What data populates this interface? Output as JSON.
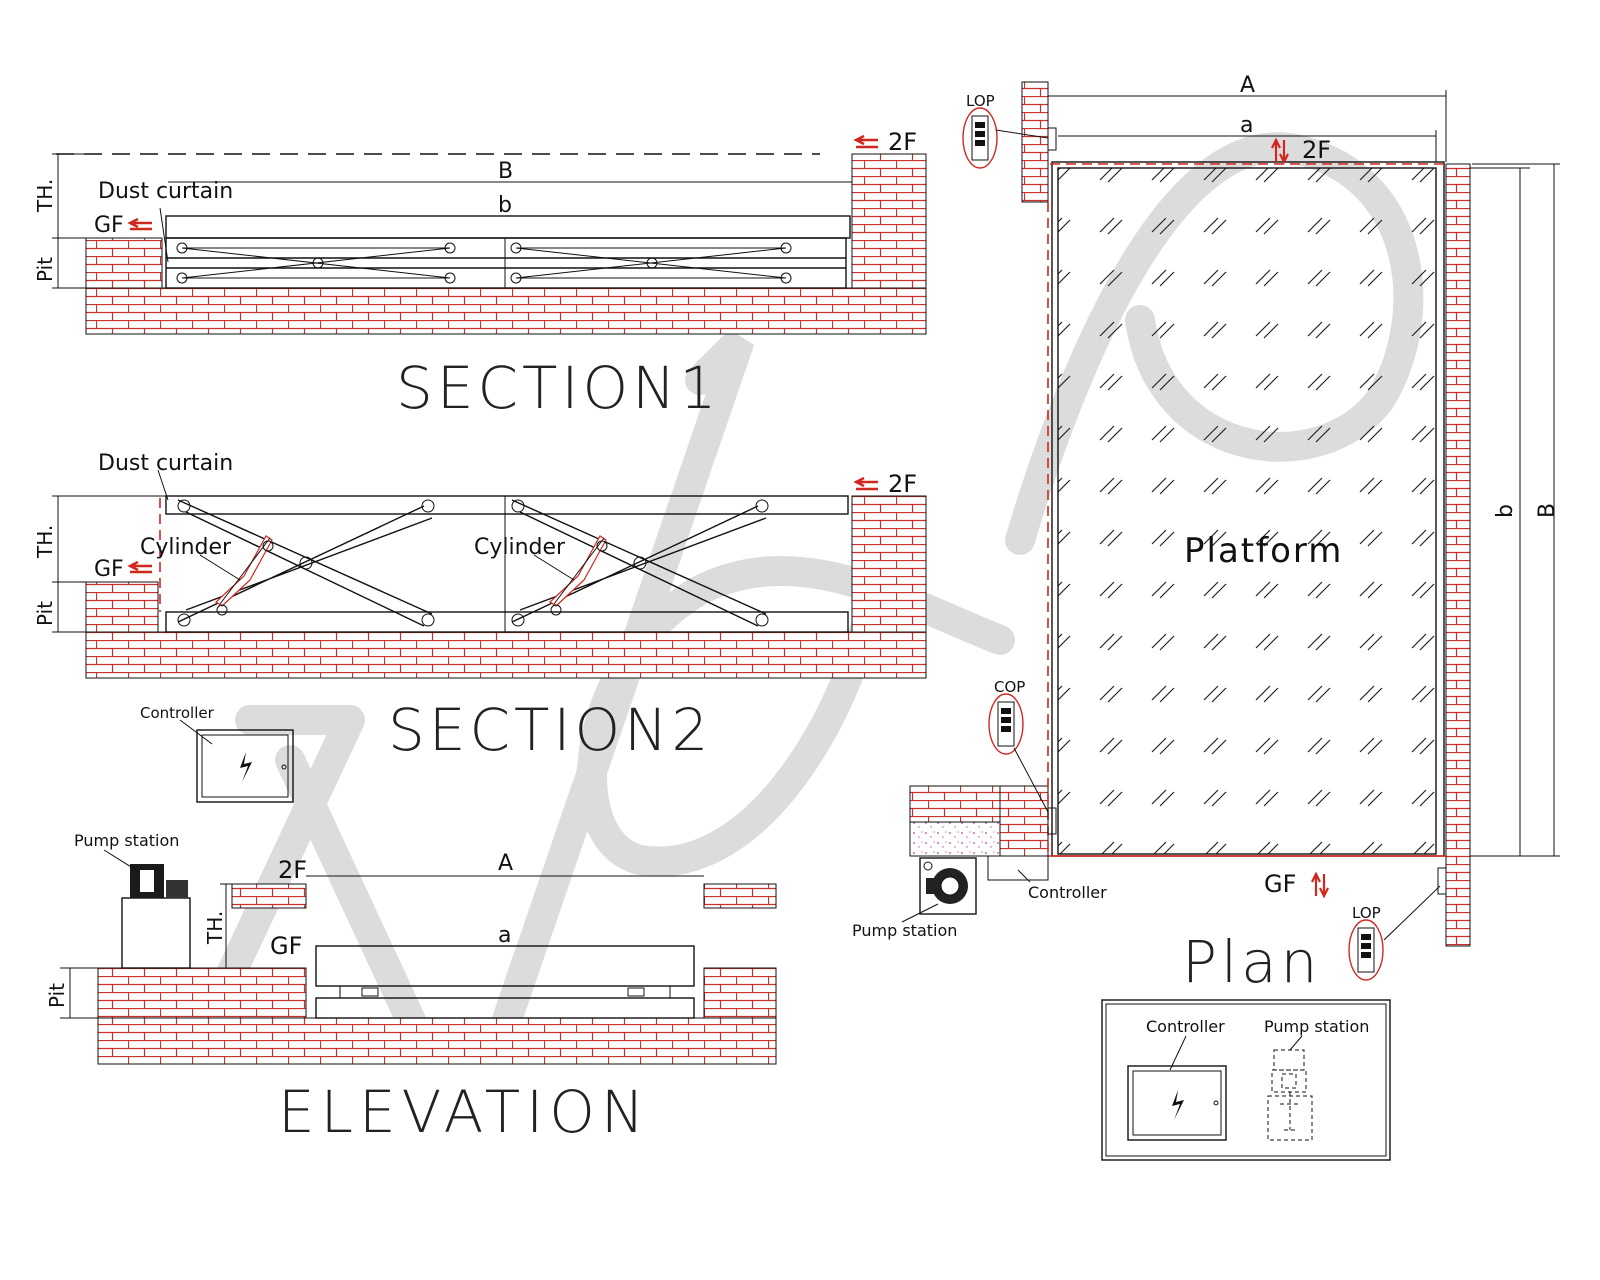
{
  "watermark": {
    "text": "ALDO",
    "color": "#d9d9d9"
  },
  "colors": {
    "brick": "#c8322a",
    "ink": "#111111",
    "red_arrow": "#d0281e"
  },
  "section1": {
    "title": "SECTION1",
    "dim_B": "B",
    "dim_b": "b",
    "dim_th": "TH.",
    "dim_pit": "Pit",
    "gf": "GF",
    "f2": "2F",
    "dust_curtain": "Dust curtain"
  },
  "section2": {
    "title": "SECTION2",
    "dim_th": "TH.",
    "dim_pit": "Pit",
    "gf": "GF",
    "f2": "2F",
    "dust_curtain": "Dust curtain",
    "cylinder_left": "Cylinder",
    "cylinder_right": "Cylinder"
  },
  "controller_box": {
    "label": "Controller",
    "icon": "lightning-icon"
  },
  "elevation": {
    "title": "ELEVATION",
    "pump_station": "Pump station",
    "f2": "2F",
    "gf": "GF",
    "dim_A": "A",
    "dim_a": "a",
    "dim_th": "TH.",
    "dim_pit": "Pit"
  },
  "plan": {
    "title": "Plan",
    "platform": "Platform",
    "dim_A": "A",
    "dim_a": "a",
    "dim_b": "b",
    "dim_B": "B",
    "f2": "2F",
    "gf": "GF",
    "lop_top": "LOP",
    "lop_bottom": "LOP",
    "cop": "COP",
    "controller": "Controller",
    "pump_station": "Pump station"
  },
  "legend": {
    "controller": "Controller",
    "pump_station": "Pump station"
  }
}
